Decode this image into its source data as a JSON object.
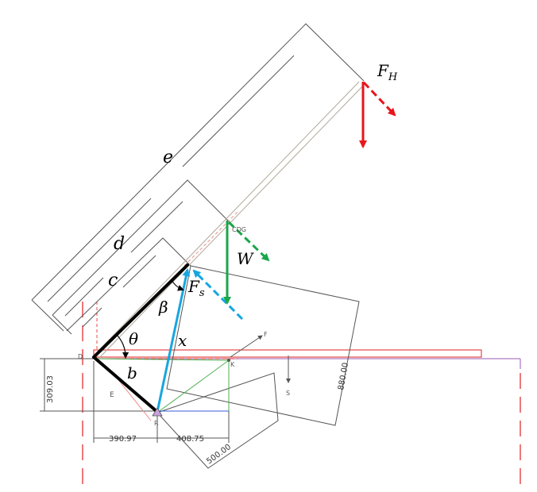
{
  "labels": {
    "fh": "F",
    "fh_sub": "H",
    "e": "e",
    "d": "d",
    "c": "c",
    "cdg": "CDG",
    "w": "W",
    "fs": "F",
    "fs_sub": "s",
    "beta": "β",
    "theta": "θ",
    "x": "x",
    "b": "b",
    "f_small": "F",
    "s_small": "S",
    "d_point": "D",
    "k_point": "K",
    "r_point": "R",
    "e_small": "E"
  },
  "dimensions": {
    "v309": "309.03",
    "h390": "390.97",
    "h408": "408.75",
    "d500": "500.00",
    "d880": "880.00"
  },
  "colors": {
    "force_red": "#e8151b",
    "weight_green": "#1aa64a",
    "link_blue": "#16a6e0",
    "link_black": "#000000",
    "outline": "#555555",
    "centerline_red": "#e02020",
    "helper_green": "#4caf50",
    "helper_blue": "#3b5bdb",
    "ground_purple": "#9b59b6"
  }
}
